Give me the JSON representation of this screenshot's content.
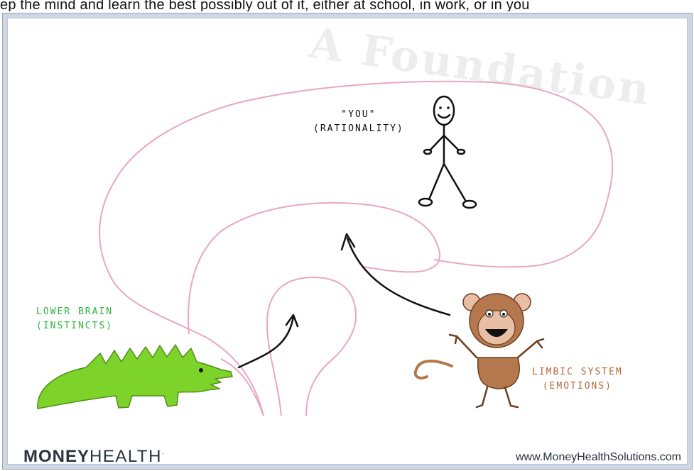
{
  "caption": "ep the mind and learn the best possibly out of it, either at school, in work, or in you",
  "watermark": "A Foundation",
  "labels": {
    "you_line1": "\"YOU\"",
    "you_line2": "(RATIONALITY)",
    "lower_line1": "LOWER BRAIN",
    "lower_line2": "(INSTINCTS)",
    "limbic_line1": "LIMBIC SYSTEM",
    "limbic_line2": "(EMOTIONS)"
  },
  "footer": {
    "brand_bold": "MONEY",
    "brand_thin": "HEALTH",
    "brand_mark": "·",
    "url": "www.MoneyHealthSolutions.com"
  },
  "colors": {
    "brain_outline": "#e8a7c4",
    "crocodile": "#7ed32a",
    "monkey_body": "#b5774e",
    "monkey_face": "#e8bfa4",
    "lower_label": "#2fb53c",
    "limbic_label": "#b66a3a"
  }
}
